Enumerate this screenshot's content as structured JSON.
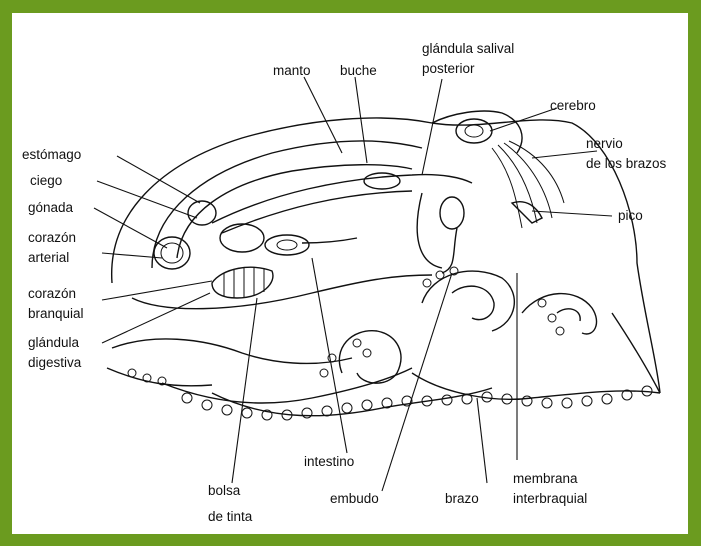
{
  "colors": {
    "frame": "#6b9b1f",
    "background": "#ffffff",
    "ink": "#111111"
  },
  "labels": {
    "manto": "manto",
    "buche": "buche",
    "glandula_salival_1": "glándula salival",
    "glandula_salival_2": "posterior",
    "cerebro": "cerebro",
    "nervio_1": "nervio",
    "nervio_2": "de los brazos",
    "pico": "pico",
    "estomago": "estómago",
    "ciego": "ciego",
    "gonada": "gónada",
    "corazon_arterial_1": "corazón",
    "corazon_arterial_2": "arterial",
    "corazon_branquial_1": "corazón",
    "corazon_branquial_2": "branquial",
    "glandula_digestiva_1": "glándula",
    "glandula_digestiva_2": "digestiva",
    "intestino": "intestino",
    "bolsa_1": "bolsa",
    "bolsa_2": "de tinta",
    "embudo": "embudo",
    "brazo": "brazo",
    "membrana_1": "membrana",
    "membrana_2": "interbraquial"
  }
}
